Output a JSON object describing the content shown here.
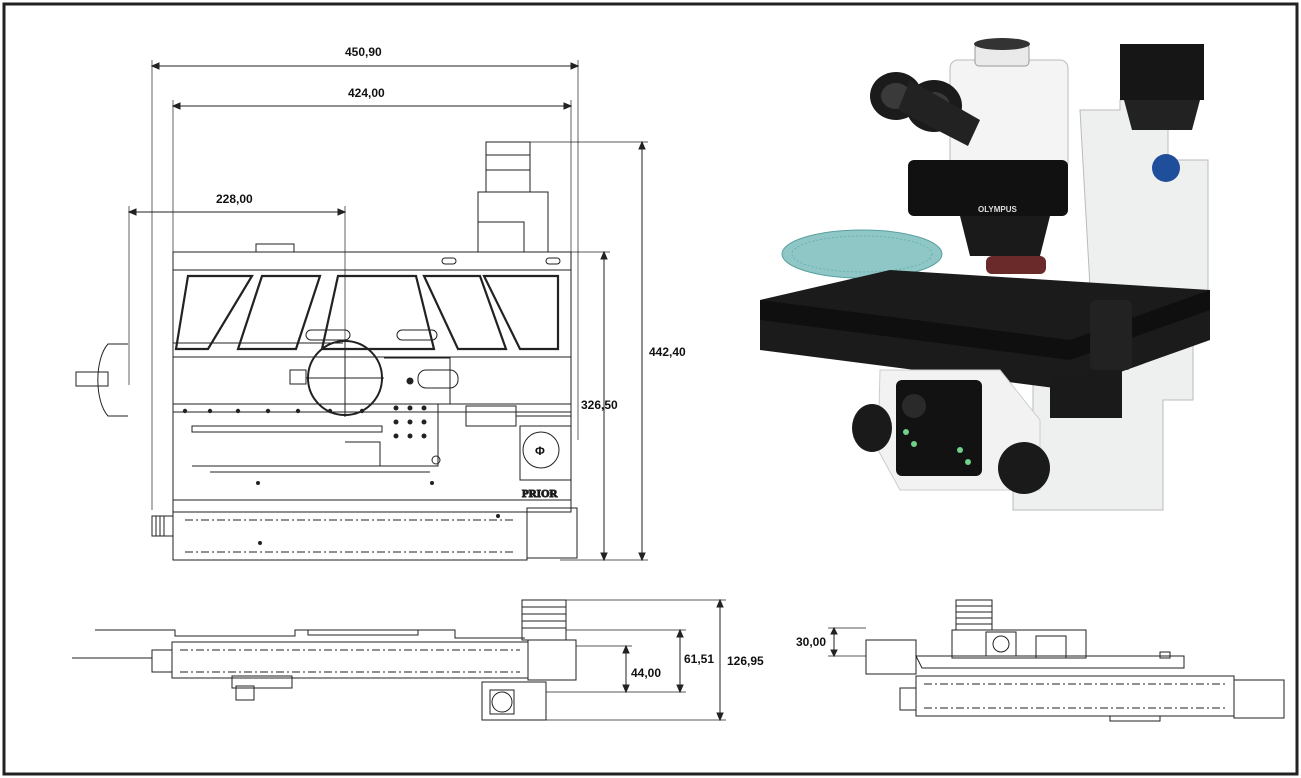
{
  "dimensions": {
    "overall_width": "450,90",
    "inner_width": "424,00",
    "center_offset": "228,00",
    "overall_depth": "442,40",
    "body_depth": "326,50",
    "total_height": "126,95",
    "stage_height": "61,51",
    "motor_height": "44,00",
    "plate_height": "30,00"
  },
  "labels": {
    "stage_brand": "PRIOR",
    "microscope_brand": "OLYMPUS"
  }
}
